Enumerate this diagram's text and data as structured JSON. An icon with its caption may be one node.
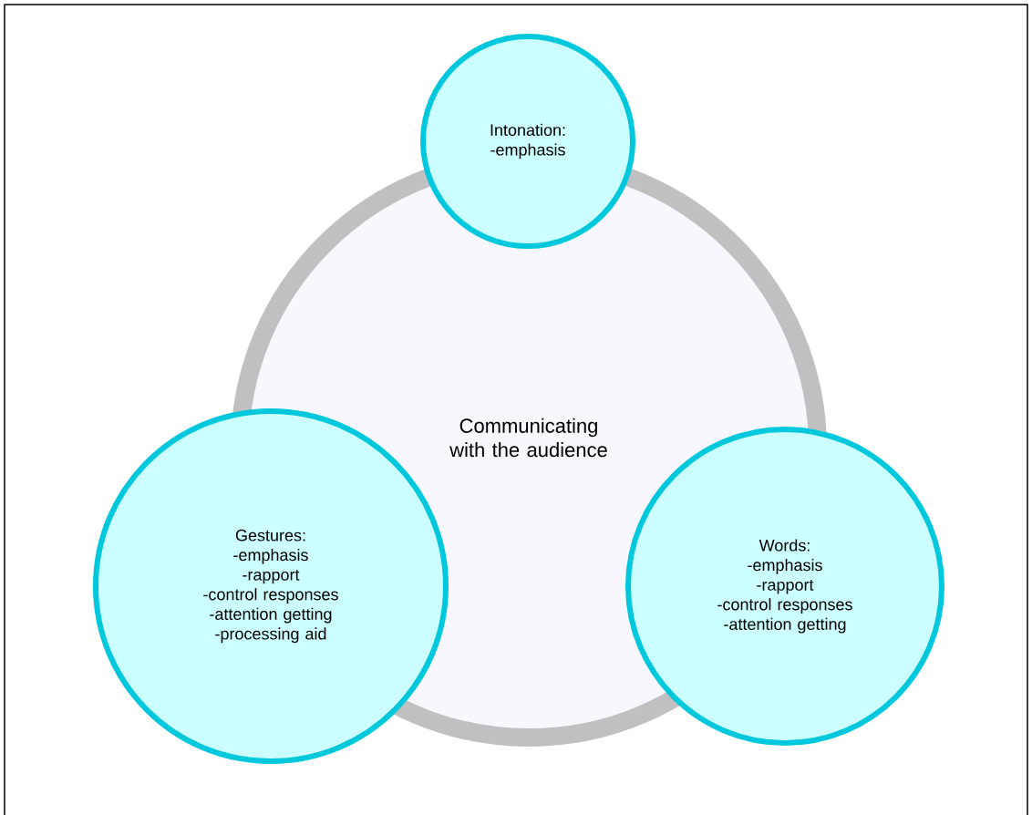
{
  "diagram": {
    "nodes": [
      {
        "text": [
          "Communicating with the audience"
        ]
      },
      {
        "text": [
          "Intonation:",
          "-emphasis"
        ]
      },
      {
        "text": [
          "Gestures:",
          "-emphasis",
          "-rapport",
          "-control responses",
          "-attention getting",
          "-processing aid"
        ]
      },
      {
        "text": [
          "Words:",
          "-emphasis",
          "-rapport",
          "-control responses",
          "-attention getting"
        ]
      }
    ]
  }
}
